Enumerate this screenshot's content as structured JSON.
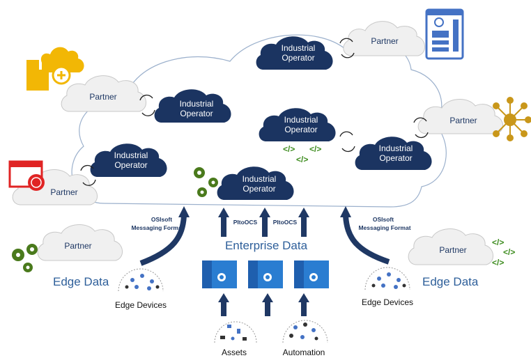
{
  "operators": {
    "op1": "Industrial Operator",
    "op2": "Industrial Operator",
    "op3": "Industrial Operator",
    "op4": "Industrial Operator",
    "op5": "Industrial Operator",
    "op6": "Industrial Operator"
  },
  "partners": {
    "p1": "Partner",
    "p2": "Partner",
    "p3": "Partner",
    "p4": "Partner",
    "p5": "Partner",
    "p6": "Partner"
  },
  "labels": {
    "osisoft_left_1": "OSIsoft",
    "osisoft_left_2": "Messaging Format",
    "osisoft_right_1": "OSIsoft",
    "osisoft_right_2": "Messaging Format",
    "pi_to_ocs_1": "PItoOCS",
    "pi_to_ocs_2": "PItoOCS",
    "enterprise_data": "Enterprise Data",
    "edge_data_left": "Edge Data",
    "edge_data_right": "Edge Data",
    "edge_devices_left": "Edge Devices",
    "edge_devices_right": "Edge Devices",
    "assets": "Assets",
    "automation": "Automation",
    "code_glyph": "</>"
  },
  "colors": {
    "operator_fill": "#1b3461",
    "partner_fill": "#f0f0f0",
    "partner_stroke": "#c8c8c8",
    "cloud_stroke": "#9bb0cc",
    "arrow_blue": "#1f3864",
    "server_blue": "#2a7dd1",
    "gear_green": "#4a7a1c",
    "code_green": "#3d8c1e",
    "building_yellow": "#f2b705",
    "network_gold": "#c9971a",
    "web_red": "#e02424",
    "device_blue": "#4472c4"
  }
}
